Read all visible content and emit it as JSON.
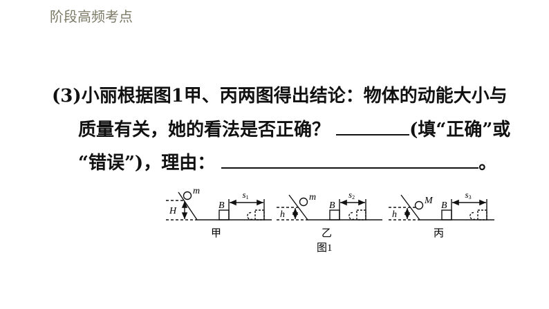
{
  "header": {
    "title": "阶段高频考点"
  },
  "question": {
    "number": "(3)",
    "line1": "小丽根据图1甲、丙两图得出结论：物体的动能大小与",
    "line2_a": "质量有关，她的看法是否正确？",
    "line2_b": "(填“正确”或",
    "line3_a": "“错误”)，理由：",
    "line3_b": "。"
  },
  "figure": {
    "caption": "图1",
    "panels": [
      {
        "label": "甲",
        "mass": "m",
        "height": "H",
        "block": "B",
        "distance": "s",
        "sub": "1"
      },
      {
        "label": "乙",
        "mass": "m",
        "height": "h",
        "block": "B",
        "distance": "s",
        "sub": "2"
      },
      {
        "label": "丙",
        "mass": "M",
        "height": "h",
        "block": "B",
        "distance": "s",
        "sub": "3"
      }
    ]
  }
}
